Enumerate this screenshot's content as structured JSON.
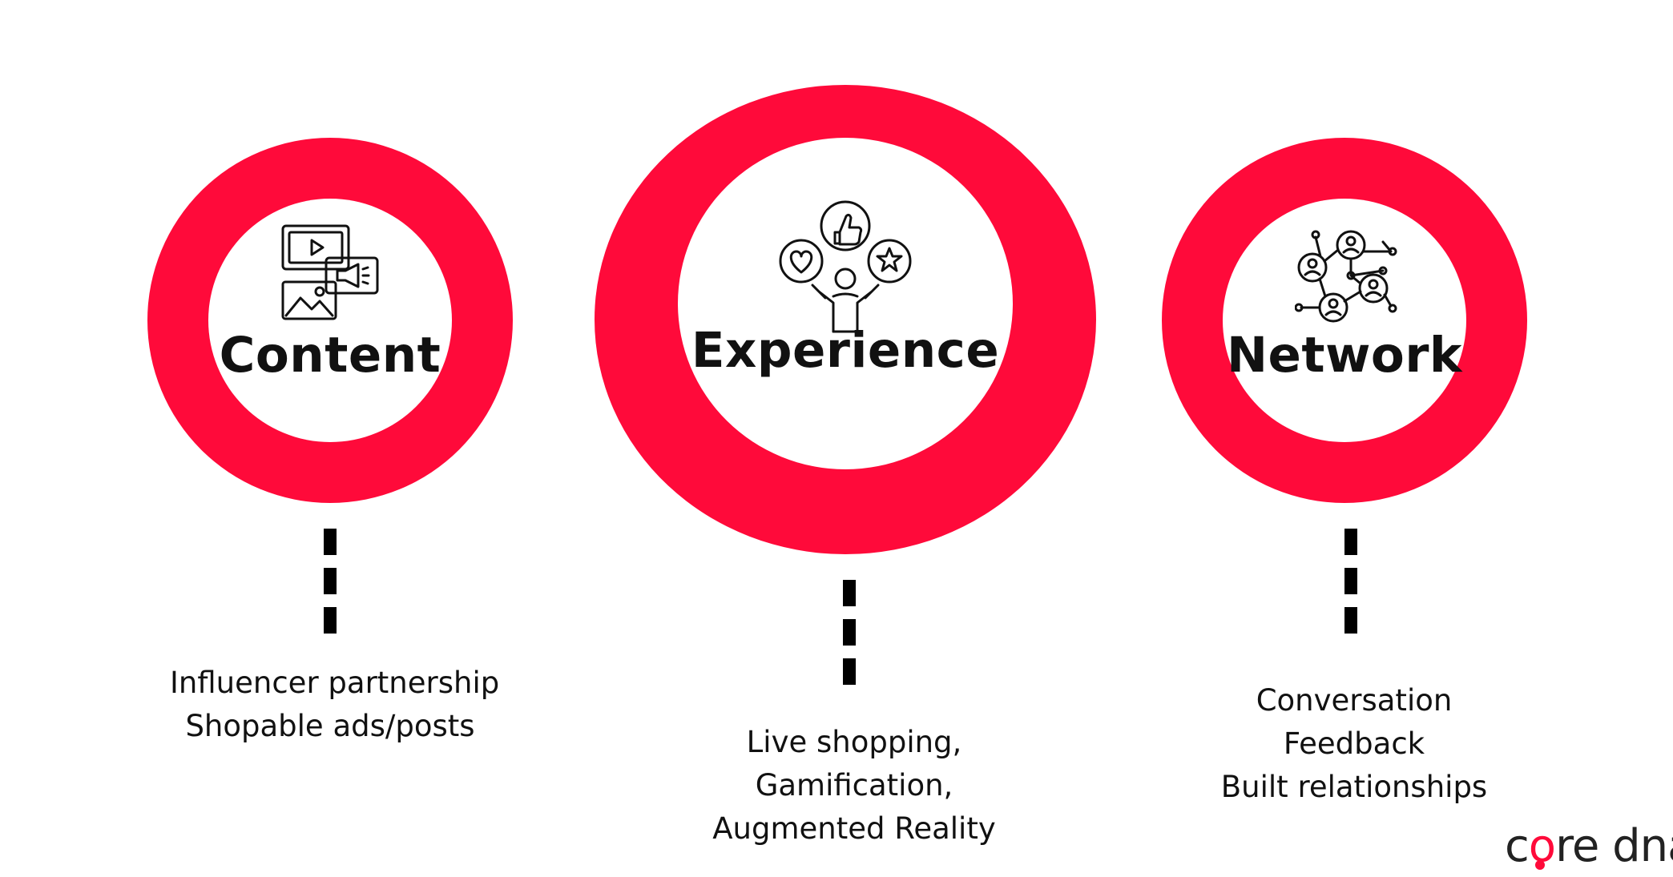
{
  "colors": {
    "ring": "#ff0a3a",
    "text": "#111111",
    "dash": "#000000"
  },
  "nodes": [
    {
      "title": "Content",
      "icon": "media-content-icon",
      "lines": [
        "Influencer partnership",
        "Shopable ads/posts"
      ]
    },
    {
      "title": "Experience",
      "icon": "person-reactions-icon",
      "lines": [
        "Live shopping,",
        "Gamification,",
        "Augmented Reality"
      ]
    },
    {
      "title": "Network",
      "icon": "people-network-icon",
      "lines": [
        "Conversation",
        "Feedback",
        "Built relationships"
      ]
    }
  ],
  "logo": {
    "prefix": "c",
    "accent": "o",
    "suffix": "re dna"
  }
}
